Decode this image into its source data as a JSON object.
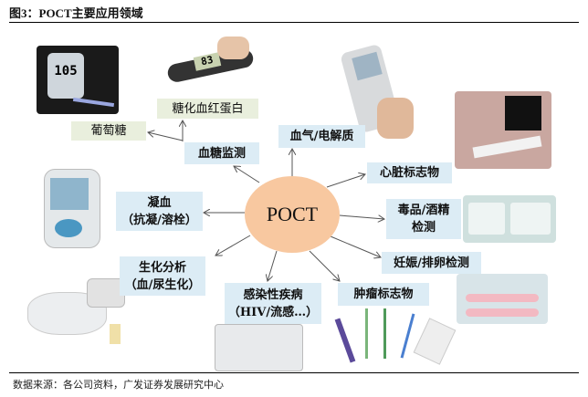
{
  "title": "图3：POCT主要应用领域",
  "center": "POCT",
  "labels": {
    "glucose": "葡萄糖",
    "hba1c": "糖化血红蛋白",
    "blood_glucose": "血糖监测",
    "blood_gas": "血气/电解质",
    "cardiac": "心脏标志物",
    "coag_1": "凝血",
    "coag_2": "（抗凝/溶栓）",
    "drug_1": "毒品/酒精",
    "drug_2": "检测",
    "biochem_1": "生化分析",
    "biochem_2": "（血/尿生化）",
    "pregnancy": "妊娠/排卵检测",
    "infection_1": "感染性疾病",
    "infection_2": "（HIV/流感…）",
    "tumor": "肿瘤标志物"
  },
  "device_readouts": {
    "glucose_meter": "105",
    "hba1c_meter": "83"
  },
  "source": "数据来源：各公司资料，广发证券发展研究中心"
}
